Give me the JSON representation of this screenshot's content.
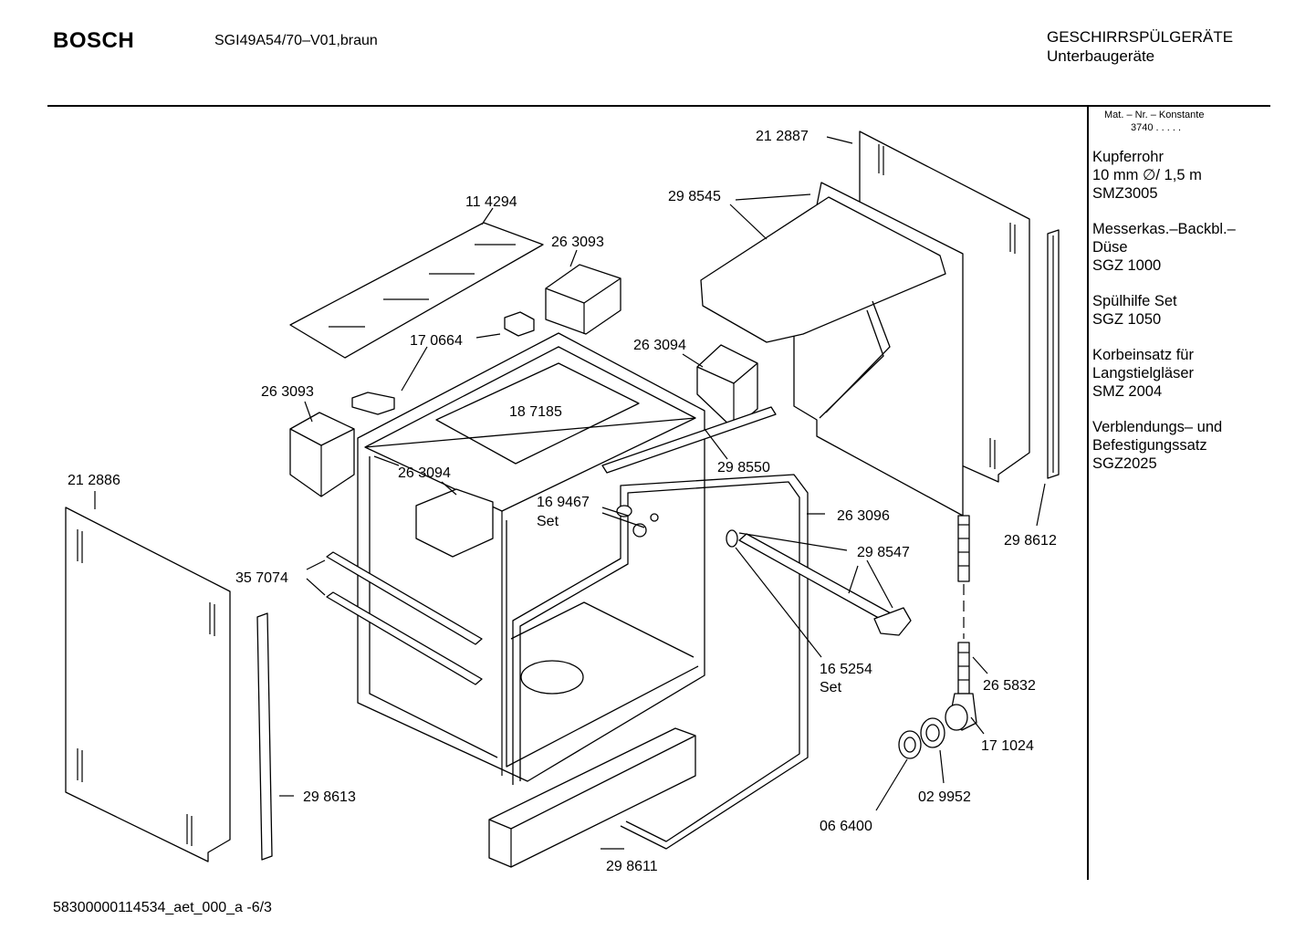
{
  "header": {
    "brand": "BOSCH",
    "model": "SGI49A54/70–V01,braun",
    "category_line1": "GESCHIRRSPÜLGERÄTE",
    "category_line2": "Unterbaugeräte"
  },
  "sidebar": {
    "mat_label": "Mat. – Nr. – Konstante",
    "mat_value": "3740 . . . . .",
    "accessories": [
      {
        "lines": [
          "Kupferrohr",
          "10 mm ∅/ 1,5 m",
          "SMZ3005"
        ]
      },
      {
        "lines": [
          "Messerkas.–Backbl.–",
          "Düse",
          "SGZ 1000"
        ]
      },
      {
        "lines": [
          "Spülhilfe Set",
          "SGZ 1050"
        ]
      },
      {
        "lines": [
          "Korbeinsatz für",
          "Langstielgläser",
          "SMZ 2004"
        ]
      },
      {
        "lines": [
          "Verblendungs– und",
          "Befestigungssatz",
          "SGZ2025"
        ]
      }
    ]
  },
  "parts": {
    "p212887": "21 2887",
    "p298545": "29 8545",
    "p114294": "11 4294",
    "p263093a": "26 3093",
    "p170664": "17 0664",
    "p263094a": "26 3094",
    "p263093b": "26 3093",
    "p187185": "18 7185",
    "p212886": "21 2886",
    "p263094b": "26 3094",
    "p298550": "29 8550",
    "p169467": "16 9467",
    "p169467set": "Set",
    "p263096": "26 3096",
    "p298547": "29 8547",
    "p298612": "29 8612",
    "p357074": "35 7074",
    "p165254": "16 5254",
    "p165254set": "Set",
    "p265832": "26 5832",
    "p171024": "17 1024",
    "p298613": "29 8613",
    "p029952": "02 9952",
    "p066400": "06 6400",
    "p298611": "29 8611"
  },
  "footer": {
    "doc_id": "58300000114534_aet_000_a  -6/3"
  }
}
